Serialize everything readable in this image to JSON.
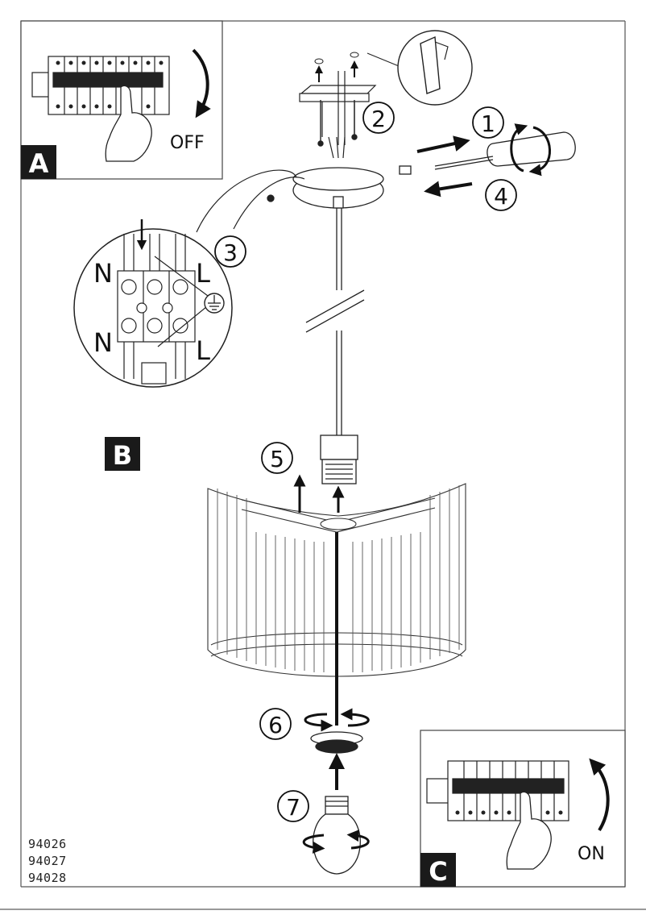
{
  "panels": {
    "a": {
      "letter": "A",
      "switch_label": "OFF"
    },
    "b": {
      "letter": "B"
    },
    "c": {
      "letter": "C",
      "switch_label": "ON"
    }
  },
  "terminal_block": {
    "top_left": "N",
    "top_right": "L",
    "bottom_left": "N",
    "bottom_right": "L"
  },
  "steps": [
    "1",
    "2",
    "3",
    "4",
    "5",
    "6",
    "7"
  ],
  "model_numbers": [
    "94026",
    "94027",
    "94028"
  ],
  "colors": {
    "line": "#1a1a1a",
    "dark": "#111111",
    "panel_letter_bg": "#1a1a1a"
  }
}
